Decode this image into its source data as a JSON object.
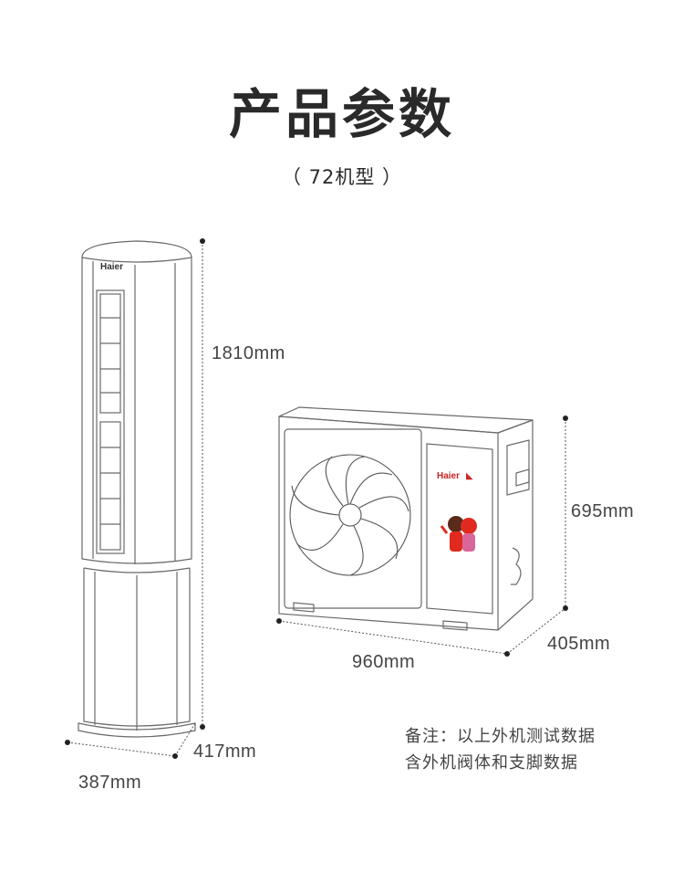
{
  "header": {
    "title": "产品参数",
    "subtitle": "（ 72机型 ）"
  },
  "indoor_unit": {
    "brand": "Haier",
    "height": "1810mm",
    "width": "387mm",
    "depth": "417mm"
  },
  "outdoor_unit": {
    "brand": "Haier",
    "height": "695mm",
    "width": "960mm",
    "depth": "405mm"
  },
  "notes": [
    "备注：以上外机测试数据",
    "含外机阀体和支脚数据"
  ],
  "colors": {
    "line": "#555555",
    "text": "#2a2a2a",
    "mascot_red": "#e02a1f"
  }
}
